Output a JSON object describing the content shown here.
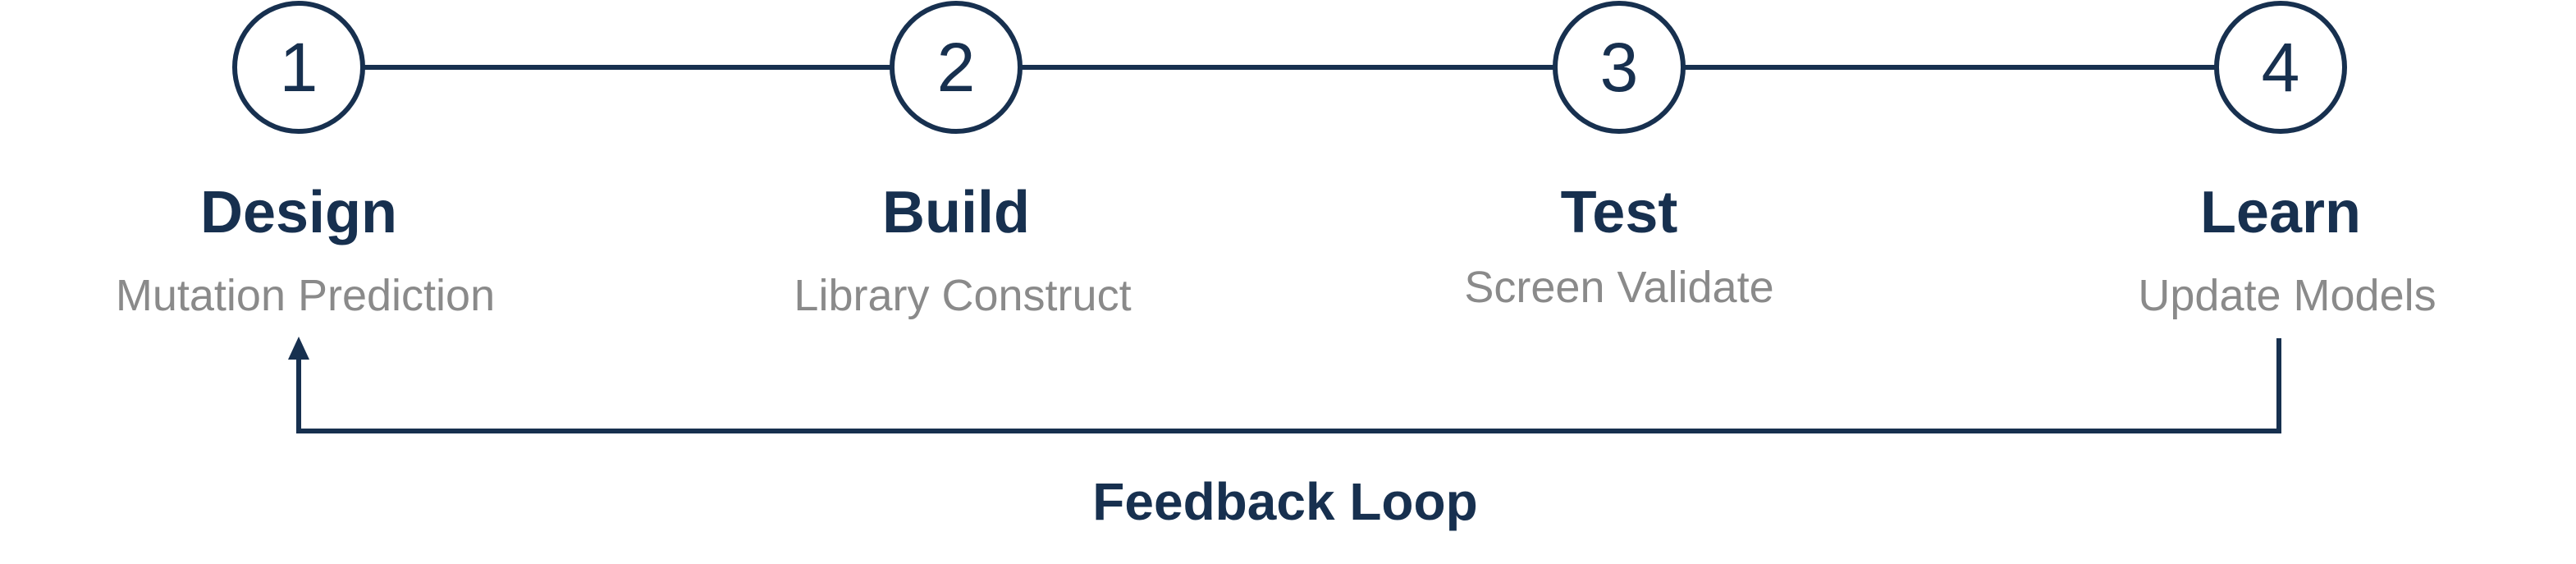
{
  "colors": {
    "primary": "#17304f",
    "secondary": "#8a8a8a",
    "background": "#ffffff"
  },
  "steps": [
    {
      "number": "1",
      "title": "Design",
      "subtitle": "Mutation Prediction"
    },
    {
      "number": "2",
      "title": "Build",
      "subtitle": "Library Construct"
    },
    {
      "number": "3",
      "title": "Test",
      "subtitle": "Screen Validate"
    },
    {
      "number": "4",
      "title": "Learn",
      "subtitle": "Update Models"
    }
  ],
  "feedback": {
    "label": "Feedback Loop",
    "from_step": "4",
    "to_step": "1"
  }
}
